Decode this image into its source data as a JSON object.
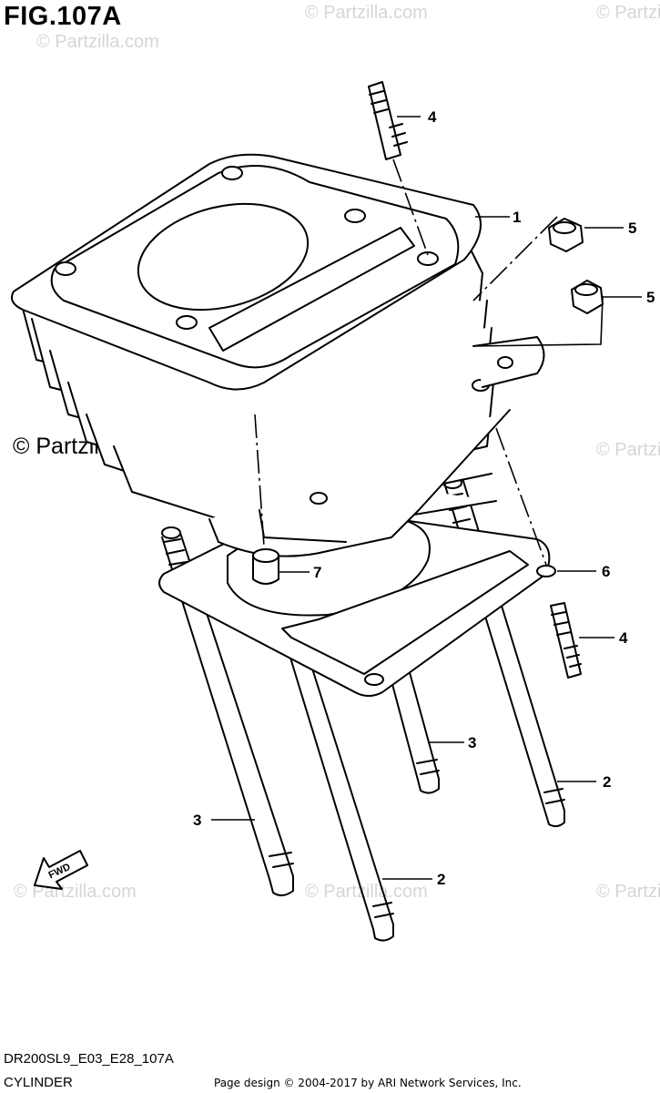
{
  "figure": {
    "title": "FIG.107A",
    "code": "DR200SL9_E03_E28_107A",
    "caption": "CYLINDER",
    "credit": "Page design © 2004-2017 by ARI Network Services, Inc.",
    "watermark": "© Partzilla.com",
    "fwd_label": "FWD"
  },
  "callouts": [
    {
      "id": "4a",
      "label": "4"
    },
    {
      "id": "1",
      "label": "1"
    },
    {
      "id": "5a",
      "label": "5"
    },
    {
      "id": "5b",
      "label": "5"
    },
    {
      "id": "6",
      "label": "6"
    },
    {
      "id": "7",
      "label": "7"
    },
    {
      "id": "4b",
      "label": "4"
    },
    {
      "id": "3a",
      "label": "3"
    },
    {
      "id": "2a",
      "label": "2"
    },
    {
      "id": "3b",
      "label": "3"
    },
    {
      "id": "2b",
      "label": "2"
    }
  ]
}
